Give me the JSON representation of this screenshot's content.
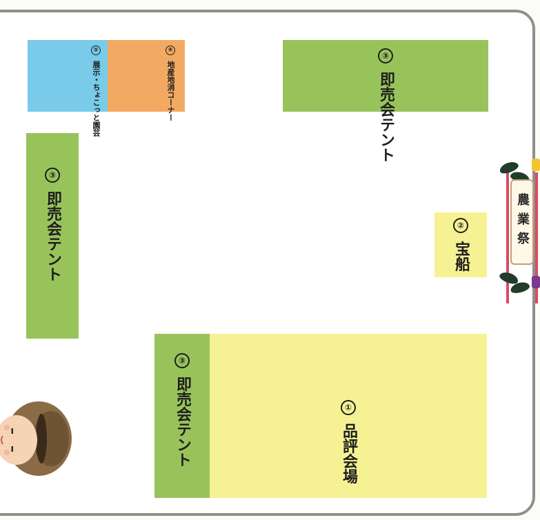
{
  "areas": {
    "hinpyo": {
      "number": "①",
      "label": "品評会場"
    },
    "takarabune": {
      "number": "②",
      "label": "宝船"
    },
    "sokubai_top": {
      "number": "③",
      "label": "即売会テント"
    },
    "sokubai_left": {
      "number": "③",
      "label": "即売会テント"
    },
    "sokubai_bottom": {
      "number": "③",
      "label": "即売会テント"
    },
    "chisan": {
      "number": "④",
      "label": "地産地消コーナー"
    },
    "tenji": {
      "number": "⑤",
      "label": "展示・ちょこっと園芸"
    }
  },
  "gate": {
    "label": "農業祭"
  },
  "colors": {
    "tent_green": "#98c35b",
    "hall_yellow": "#f6f294",
    "corner_orange": "#f2aa63",
    "exhibit_blue": "#79cbe9",
    "border_gray": "#8f8f8f"
  }
}
